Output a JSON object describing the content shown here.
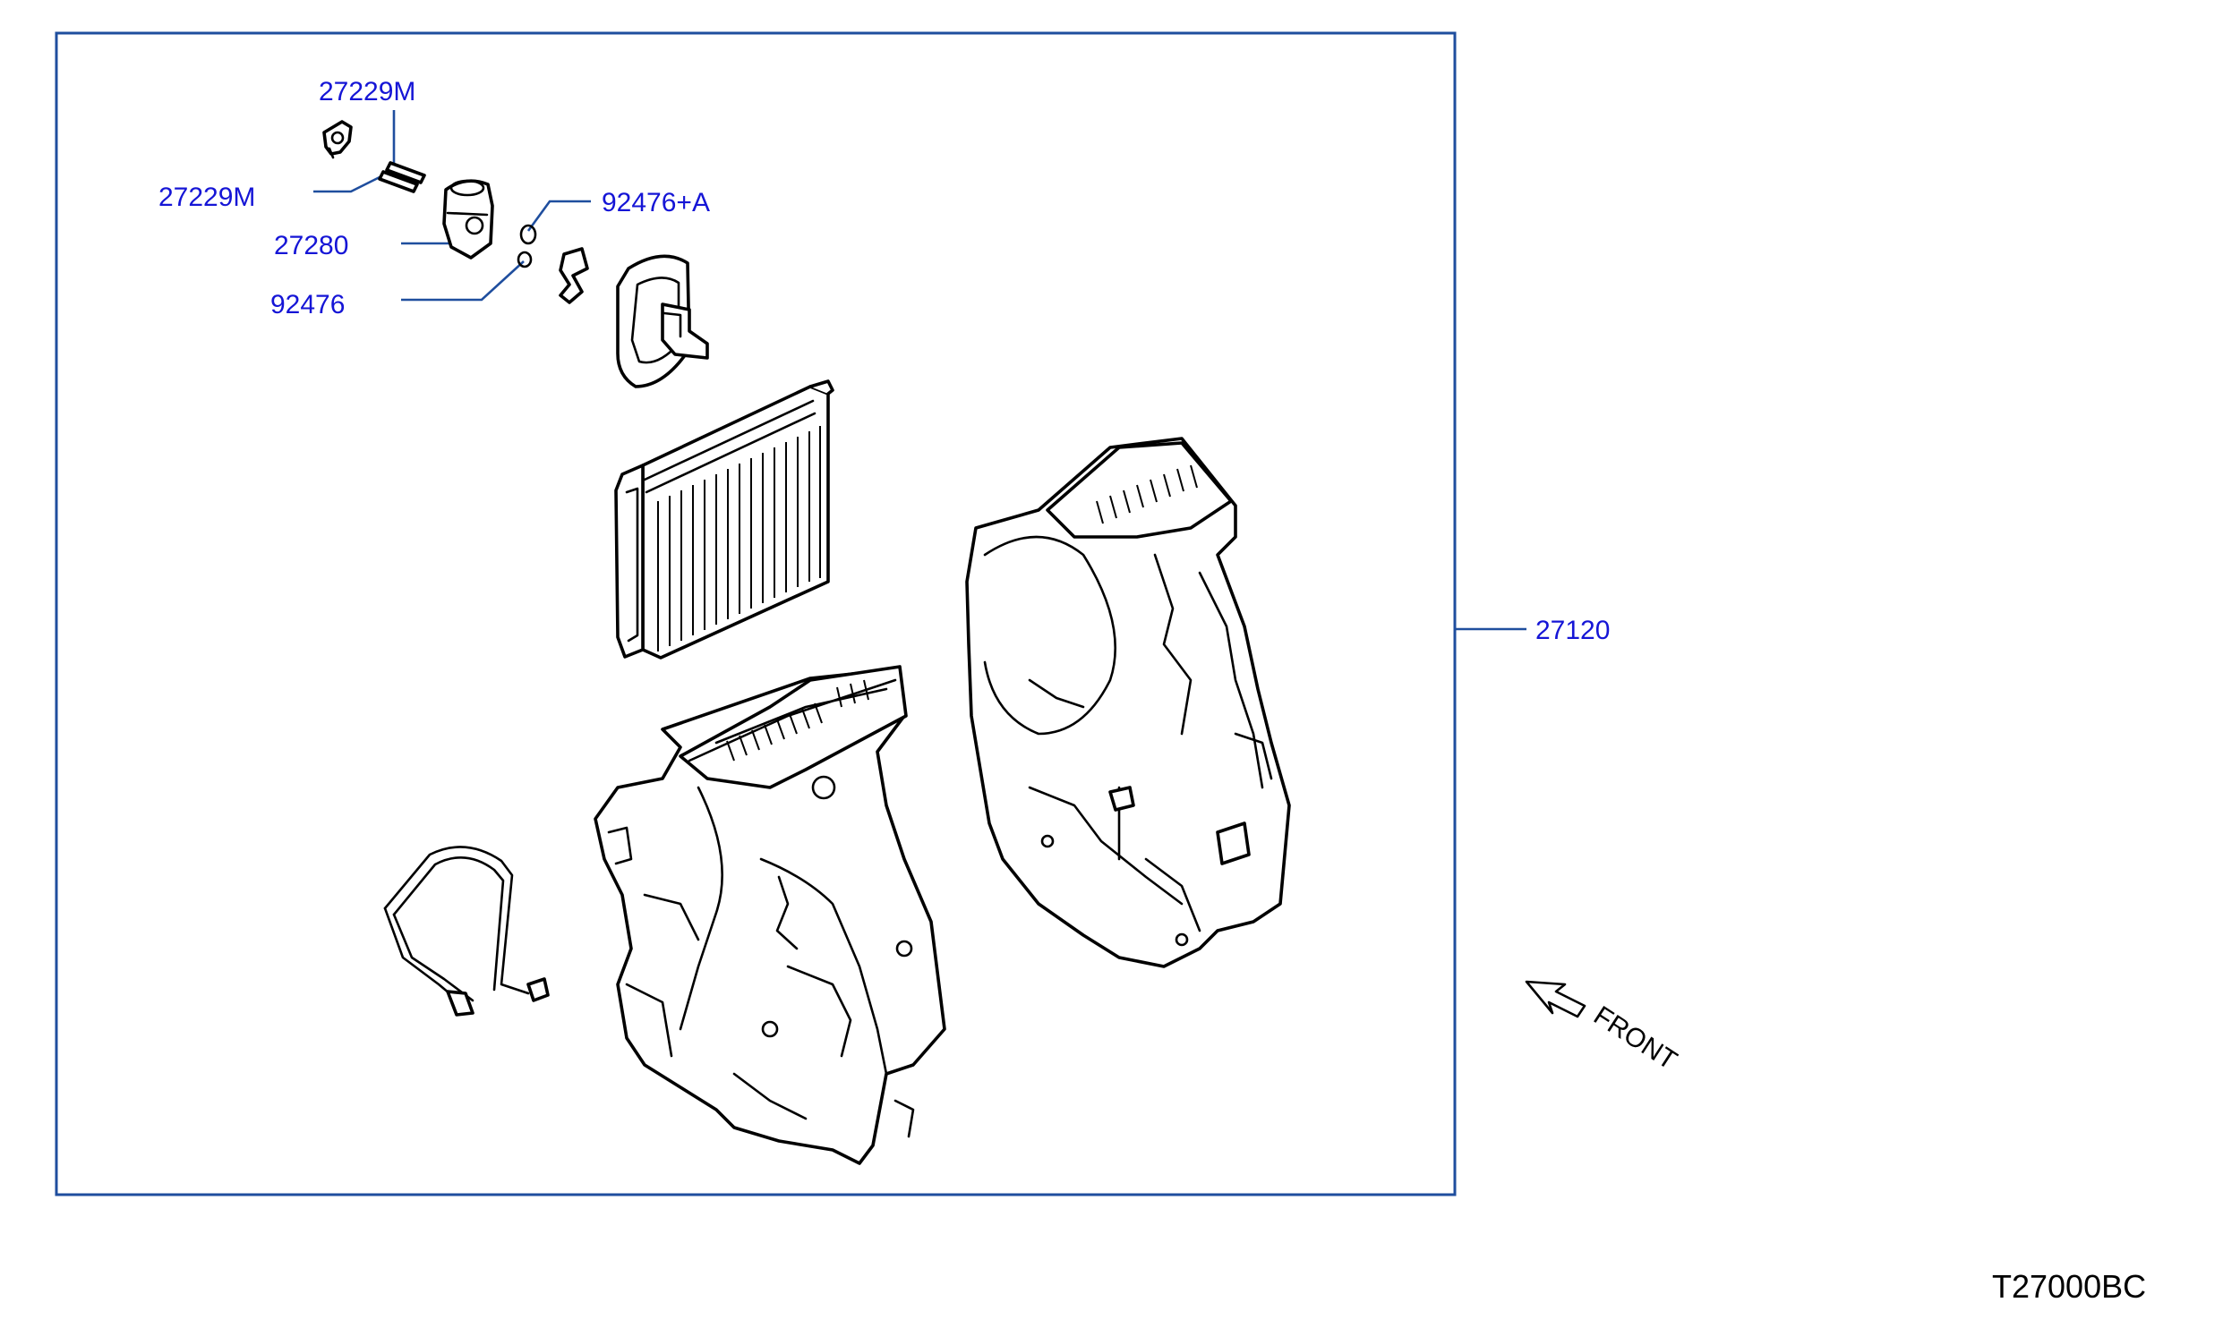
{
  "colors": {
    "callout": "#1515d6",
    "frame": "#1f4e9e",
    "line": "#000000"
  },
  "callouts": {
    "p27229m_top": "27229M",
    "p27229m_left": "27229M",
    "p27280": "27280",
    "p92476a": "92476+A",
    "p92476": "92476",
    "p27120": "27120"
  },
  "direction_label": "FRONT",
  "diagram_code": "T27000BC"
}
